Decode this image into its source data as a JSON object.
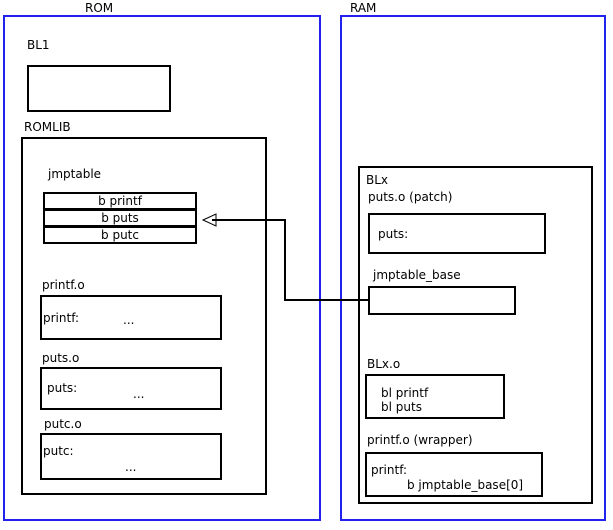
{
  "diagram": {
    "title_rom": "ROM",
    "title_ram": "RAM",
    "colors": {
      "region_border": "#2222ee",
      "box_border": "#000000",
      "background": "#ffffff",
      "text": "#000000"
    }
  },
  "rom": {
    "label": "ROM",
    "bl1": {
      "label": "BL1",
      "content": ""
    },
    "romlib": {
      "label": "ROMLIB",
      "jmptable": {
        "label": "jmptable",
        "entries": [
          {
            "text": "b printf"
          },
          {
            "text": "b puts"
          },
          {
            "text": "b putc"
          }
        ]
      },
      "objects": [
        {
          "label": "printf.o",
          "symbol": "printf:",
          "body": "..."
        },
        {
          "label": "puts.o",
          "symbol": "puts:",
          "body": "..."
        },
        {
          "label": "putc.o",
          "symbol": "putc:",
          "body": "..."
        }
      ]
    }
  },
  "ram": {
    "label": "RAM",
    "blx": {
      "label": "BLx",
      "puts_patch": {
        "label": "puts.o (patch)",
        "symbol": "puts:"
      },
      "jmptable_base": {
        "label": "jmptable_base",
        "content": ""
      },
      "blx_o": {
        "label": "BLx.o",
        "lines": [
          "bl printf",
          "bl puts"
        ]
      },
      "printf_wrapper": {
        "label": "printf.o (wrapper)",
        "symbol": "printf:",
        "instruction": "b jmptable_base[0]"
      }
    }
  },
  "connector": {
    "name": "jmptable-base-to-jmptable-puts-arrow",
    "from": "jmptable_base",
    "to": "jmptable b puts"
  }
}
